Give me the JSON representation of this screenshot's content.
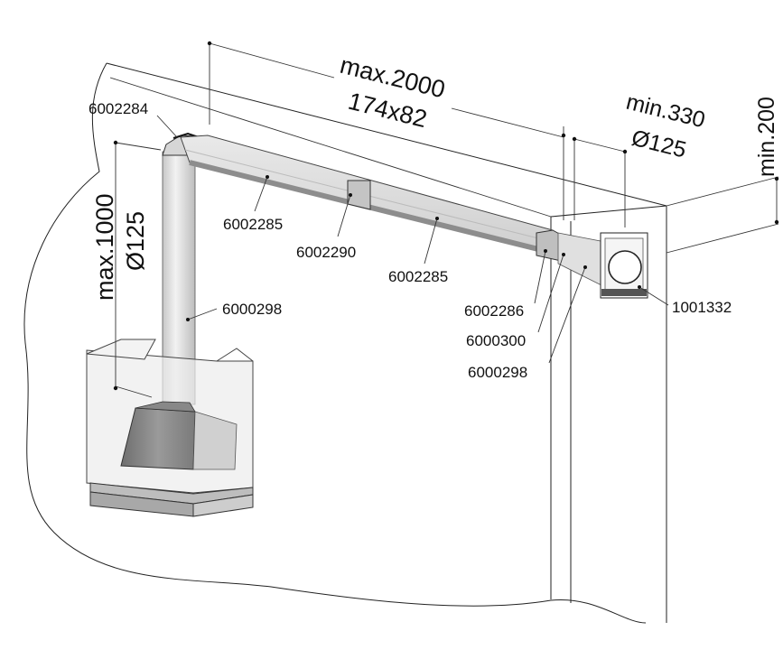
{
  "dimensions": {
    "duct_length": "max.2000",
    "duct_section": "174x82",
    "wall_distance": "min.330",
    "wall_diameter": "Ø125",
    "height_above": "min.200",
    "chimney_height": "max.1000",
    "chimney_diameter": "Ø125"
  },
  "parts": {
    "elbow_top": "6002284",
    "duct_left": "6002285",
    "connector": "6002290",
    "duct_right": "6002285",
    "elbow_end": "6002286",
    "adapter": "6000300",
    "round_pipe_wall": "6000298",
    "round_pipe_vertical": "6000298",
    "wall_grille": "1001332"
  },
  "colors": {
    "line": "#222222",
    "duct_fill": "#dcdcdc",
    "duct_shadow": "#9e9e9e",
    "glass": "#e4e4e4",
    "hood_metal": "#7d7d7d"
  }
}
